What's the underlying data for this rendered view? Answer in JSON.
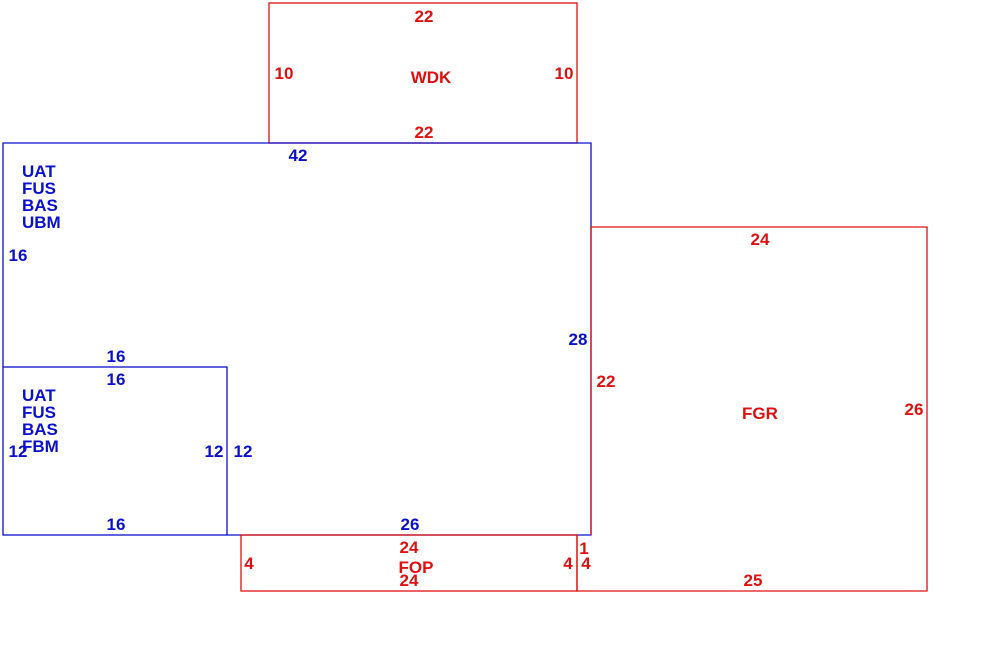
{
  "colors": {
    "red": "#e01010",
    "blue": "#0a10cc"
  },
  "wdk": {
    "label": "WDK",
    "top": "22",
    "bottom": "22",
    "left": "10",
    "right": "10"
  },
  "main": {
    "codes": [
      "UAT",
      "FUS",
      "BAS",
      "UBM"
    ],
    "top": "42",
    "left": "16",
    "right": "28",
    "bottom": "26",
    "inner_top": "16"
  },
  "sub": {
    "codes": [
      "UAT",
      "FUS",
      "BAS",
      "FBM"
    ],
    "top": "16",
    "left": "12",
    "right": "12",
    "right_outer": "12",
    "bottom": "16"
  },
  "fgr": {
    "label": "FGR",
    "top": "24",
    "left": "22",
    "right": "26",
    "bottom": "25",
    "small_a": "1",
    "small_b": "4"
  },
  "fop": {
    "label": "FOP",
    "top": "24",
    "bottom": "24",
    "left": "4",
    "right": "4"
  }
}
